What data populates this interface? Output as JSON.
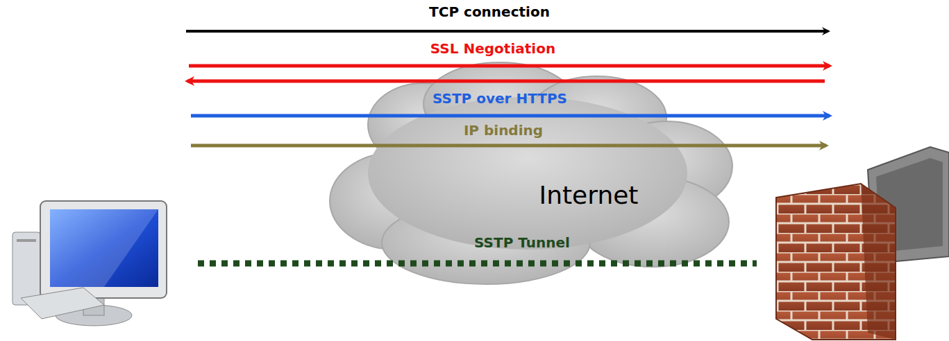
{
  "diagram": {
    "labels": [
      "TCP connection",
      "SSL Negotiation",
      "SSTP over HTTPS",
      "IP binding",
      "Internet",
      "SSTP Tunnel"
    ]
  }
}
